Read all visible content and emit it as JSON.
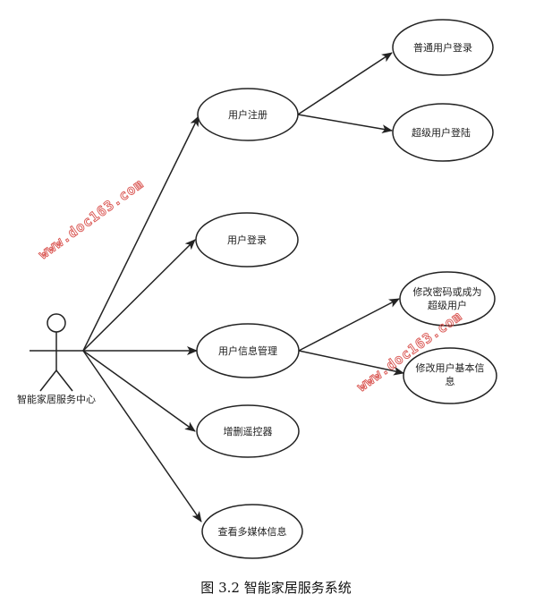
{
  "actor": {
    "label": "智能家居服务中心"
  },
  "use_cases": {
    "register": "用户注册",
    "normal_login": "普通用户登录",
    "super_login": "超级用户登陆",
    "login": "用户登录",
    "info_manage": "用户信息管理",
    "change_pwd_line1": "修改密码或成为",
    "change_pwd_line2": "超级用户",
    "change_info_line1": "修改用户基本信",
    "change_info_line2": "息",
    "remote": "增删遥控器",
    "media": "查看多媒体信息"
  },
  "watermark": "www.doc163.com",
  "caption": "图 3.2 智能家居服务系统"
}
